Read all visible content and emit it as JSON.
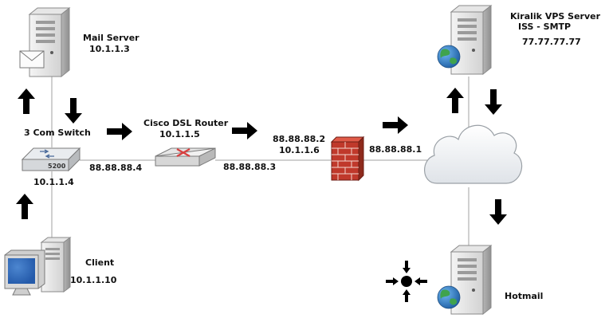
{
  "nodes": {
    "mail_server": {
      "name": "Mail Server",
      "ip": "10.1.1.3"
    },
    "switch": {
      "name": "3 Com Switch",
      "ip": "10.1.1.4",
      "wan_ip": "88.88.88.4",
      "model": "5200"
    },
    "router": {
      "name": "Cisco DSL Router",
      "ip": "10.1.1.5",
      "wan_ip": "88.88.88.3"
    },
    "firewall": {
      "ip_left_1": "88.88.88.2",
      "ip_left_2": "10.1.1.6",
      "ip_right": "88.88.88.1"
    },
    "vps": {
      "name": "Kiralik VPS Server",
      "service": "ISS - SMTP",
      "ip": "77.77.77.77"
    },
    "client": {
      "name": "Client",
      "ip": "10.1.1.10"
    },
    "hotmail": {
      "name": "Hotmail"
    }
  },
  "colors": {
    "line": "#a0a0a0",
    "arrow": "#000000",
    "firewall": "#c0392b",
    "globe_blue": "#1f6fb5",
    "globe_green": "#3fa34d",
    "router_x": "#d84040"
  },
  "icons": [
    "server-icon",
    "mail-envelope-icon",
    "switch-icon",
    "router-icon",
    "firewall-icon",
    "cloud-icon",
    "globe-icon",
    "desktop-icon",
    "target-icon",
    "arrow-icon"
  ]
}
